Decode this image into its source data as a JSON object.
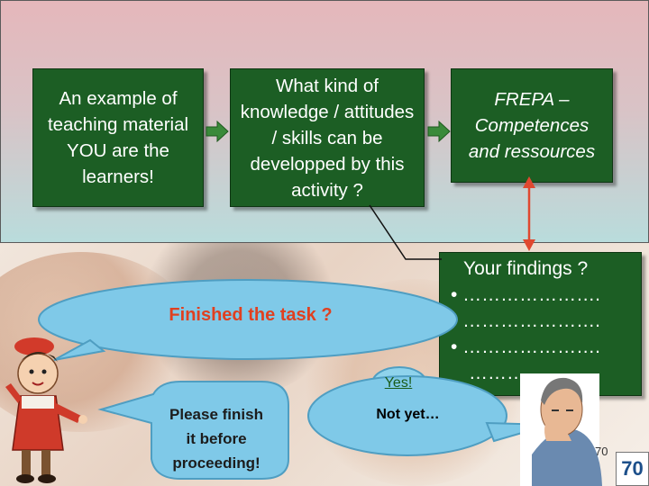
{
  "flow_boxes": [
    {
      "text": "An example of teaching material YOU are the learners!"
    },
    {
      "text": "What kind of knowledge / attitudes / skills can be developped by this activity ?"
    },
    {
      "text": "FREPA – Competences and ressources"
    }
  ],
  "findings": {
    "title": "Your findings ?",
    "items": [
      "• ………………….",
      "• ………………….",
      "• ………………….",
      "………………."
    ]
  },
  "bubbles": {
    "finished": "Finished the task ?",
    "yes": "Yes!",
    "not_yet": "Not yet…",
    "please_finish": [
      "Please finish",
      "it before",
      "proceeding!"
    ]
  },
  "page": {
    "small_number": "70",
    "number": "70"
  },
  "colors": {
    "box_green": "#1c5e24",
    "arrow_green": "#3a8a3a",
    "link_red": "#e04830",
    "finished_text": "#e04020"
  },
  "icons": [
    "arrow-right-icon",
    "double-arrow-vertical-icon"
  ]
}
